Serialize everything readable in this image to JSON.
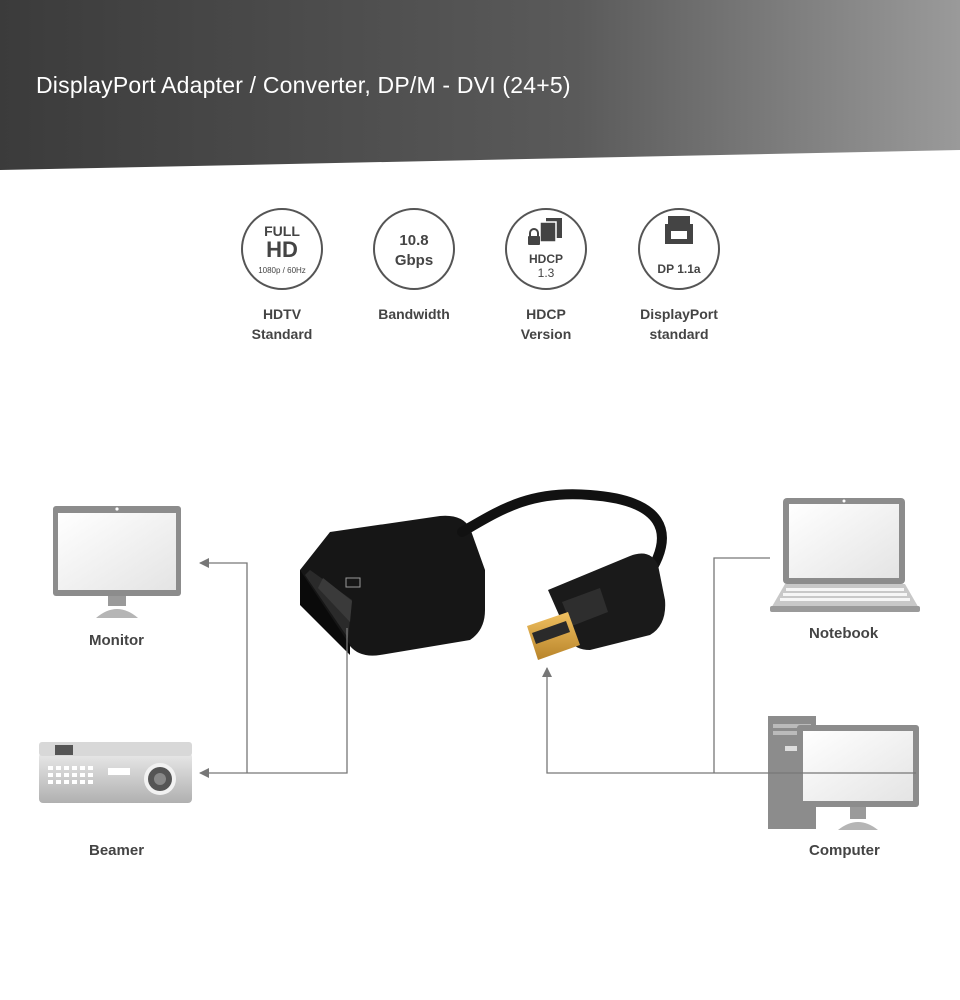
{
  "banner": {
    "title": "DisplayPort Adapter / Converter, DP/M - DVI (24+5)"
  },
  "features": [
    {
      "icon": "full-hd-icon",
      "badge_lines": [
        "FULL",
        "HD",
        "1080p / 60Hz"
      ],
      "label_lines": [
        "HDTV",
        "Standard"
      ]
    },
    {
      "icon": "bandwidth-icon",
      "badge_lines": [
        "10.8",
        "Gbps"
      ],
      "label_lines": [
        "Bandwidth"
      ]
    },
    {
      "icon": "hdcp-lock-icon",
      "badge_lines": [
        "HDCP",
        "1.3"
      ],
      "label_lines": [
        "HDCP",
        "Version"
      ]
    },
    {
      "icon": "displayport-connector-icon",
      "badge_lines": [
        "DP 1.1a"
      ],
      "label_lines": [
        "DisplayPort",
        "standard"
      ]
    }
  ],
  "devices": {
    "monitor": "Monitor",
    "beamer": "Beamer",
    "notebook": "Notebook",
    "computer": "Computer"
  },
  "colors": {
    "banner_dark": "#3a3a3a",
    "banner_light": "#8a8a8a",
    "device_gray": "#8c8c8c",
    "line_gray": "#666666",
    "plug_gold": "#d9a441"
  }
}
